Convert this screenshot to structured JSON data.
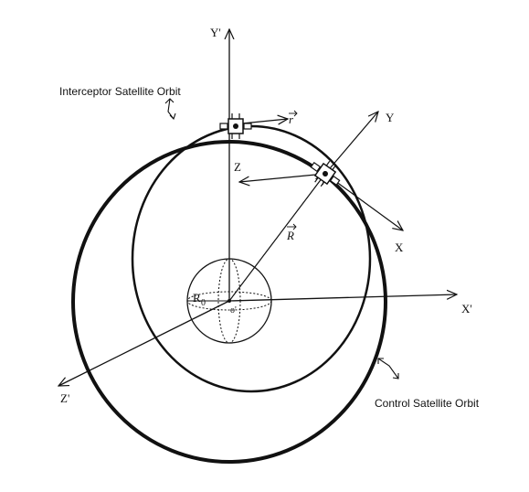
{
  "labels": {
    "interceptor_orbit": "Interceptor Satellite Orbit",
    "control_orbit": "Control Satellite Orbit",
    "axis_y_prime": "Y'",
    "axis_x_prime": "X'",
    "axis_z_prime": "Z'",
    "axis_x": "X",
    "axis_y": "Y",
    "axis_z": "Z",
    "vec_r_small": "r",
    "vec_R_big": "R",
    "radius_label": "R",
    "radius_sub": "0",
    "origin": "o'"
  },
  "colors": {
    "ink": "#111111",
    "background": "#ffffff"
  }
}
